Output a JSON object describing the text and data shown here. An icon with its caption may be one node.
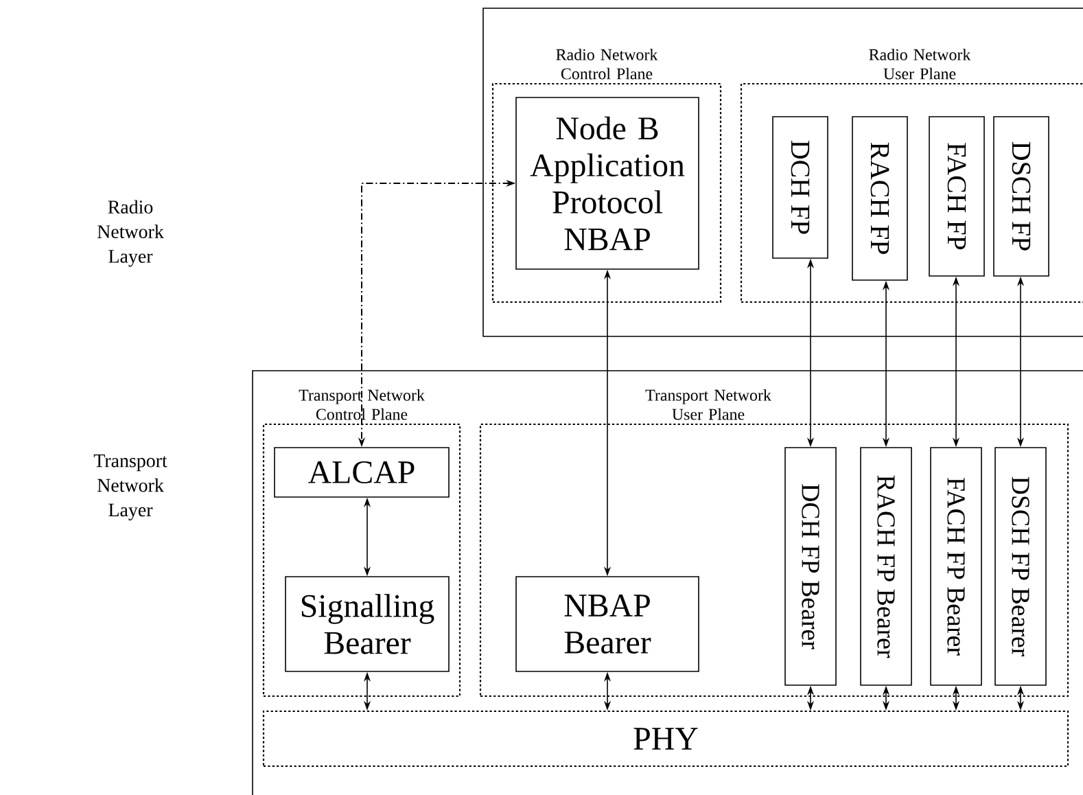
{
  "diagram": {
    "nodes": [
      {
        "text": [],
        "shape": "box"
      },
      {
        "text": [
          "Radio Network Control Plane"
        ],
        "in": 0
      },
      {
        "text": [
          "Node B Application Protocol NBAP"
        ],
        "in": 1
      },
      {
        "text": [
          "Radio Network User Plane"
        ],
        "in": 0
      },
      {
        "text": [
          "DCH FP"
        ],
        "in": 3
      },
      {
        "text": [
          "RACH FP"
        ],
        "in": 3
      },
      {
        "text": [
          "FACH FP"
        ],
        "in": 3
      },
      {
        "text": [
          "DSCH FP"
        ],
        "in": 3
      },
      {
        "text": [],
        "shape": "box"
      },
      {
        "text": [
          "Transport Network Control Plane"
        ],
        "in": 8
      },
      {
        "text": [
          "ALCAP"
        ],
        "in": 9
      },
      {
        "text": [
          "Signalling Bearer"
        ],
        "in": 9
      },
      {
        "text": [
          "Transport Network User Plane"
        ],
        "in": 8
      },
      {
        "text": [
          "NBAP Bearer"
        ],
        "in": 12
      },
      {
        "text": [
          "DCH FP Bearer"
        ],
        "in": 12
      },
      {
        "text": [
          "RACH FP Bearer"
        ],
        "in": 12
      },
      {
        "text": [
          "FACH FP Bearer"
        ],
        "in": 12
      },
      {
        "text": [
          "DSCH FP Bearer"
        ],
        "in": 12
      },
      {
        "text": [
          "PHY"
        ],
        "in": 8
      }
    ],
    "edges": [
      {
        "from": 10,
        "to": 2,
        "arrow": "both",
        "style": "dashed"
      },
      {
        "from": 2,
        "to": 13,
        "arrow": "both"
      },
      {
        "from": 4,
        "to": 14,
        "arrow": "both"
      },
      {
        "from": 5,
        "to": 15,
        "arrow": "both"
      },
      {
        "from": 6,
        "to": 16,
        "arrow": "both"
      },
      {
        "from": 7,
        "to": 17,
        "arrow": "both"
      },
      {
        "from": 10,
        "to": 11,
        "arrow": "both"
      },
      {
        "from": 11,
        "to": 18,
        "arrow": "both"
      },
      {
        "from": 13,
        "to": 18,
        "arrow": "both"
      },
      {
        "from": 14,
        "to": 18,
        "arrow": "both"
      },
      {
        "from": 15,
        "to": 18,
        "arrow": "both"
      },
      {
        "from": 16,
        "to": 18,
        "arrow": "both"
      },
      {
        "from": 17,
        "to": 18,
        "arrow": "both"
      }
    ],
    "labels": [
      "Radio Network Layer",
      "Transport Network Layer"
    ]
  }
}
